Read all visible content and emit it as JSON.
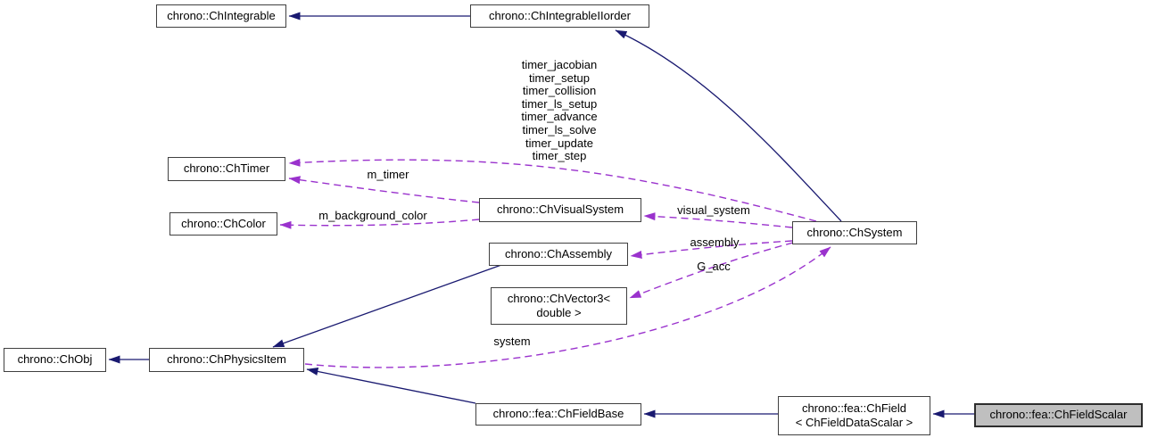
{
  "diagram": {
    "nodes": [
      {
        "id": "chintegrable",
        "label": "chrono::ChIntegrable"
      },
      {
        "id": "chintegrableiiorder",
        "label": "chrono::ChIntegrableIIorder"
      },
      {
        "id": "chtimer",
        "label": "chrono::ChTimer"
      },
      {
        "id": "chcolor",
        "label": "chrono::ChColor"
      },
      {
        "id": "chvisualsystem",
        "label": "chrono::ChVisualSystem"
      },
      {
        "id": "chassembly",
        "label": "chrono::ChAssembly"
      },
      {
        "id": "chvector3",
        "label": "chrono::ChVector3<\ndouble >"
      },
      {
        "id": "chsystem",
        "label": "chrono::ChSystem"
      },
      {
        "id": "chobj",
        "label": "chrono::ChObj"
      },
      {
        "id": "chphysicsitem",
        "label": "chrono::ChPhysicsItem"
      },
      {
        "id": "chfieldbase",
        "label": "chrono::fea::ChFieldBase"
      },
      {
        "id": "chfield",
        "label": "chrono::fea::ChField\n< ChFieldDataScalar >"
      },
      {
        "id": "chfieldscalar",
        "label": "chrono::fea::ChFieldScalar",
        "highlighted": true
      }
    ],
    "edge_labels": {
      "timers": "timer_jacobian\ntimer_setup\ntimer_collision\ntimer_ls_setup\ntimer_advance\ntimer_ls_solve\ntimer_update\ntimer_step",
      "m_timer": "m_timer",
      "m_background_color": "m_background_color",
      "visual_system": "visual_system",
      "assembly": "assembly",
      "g_acc": "G_acc",
      "system": "system"
    },
    "colors": {
      "inheritance_edge": "#191970",
      "usage_edge": "#9a32cd",
      "node_bg": "#ffffff",
      "node_border": "#404040",
      "highlight_bg": "#bfbfbf",
      "text": "#000000"
    }
  }
}
